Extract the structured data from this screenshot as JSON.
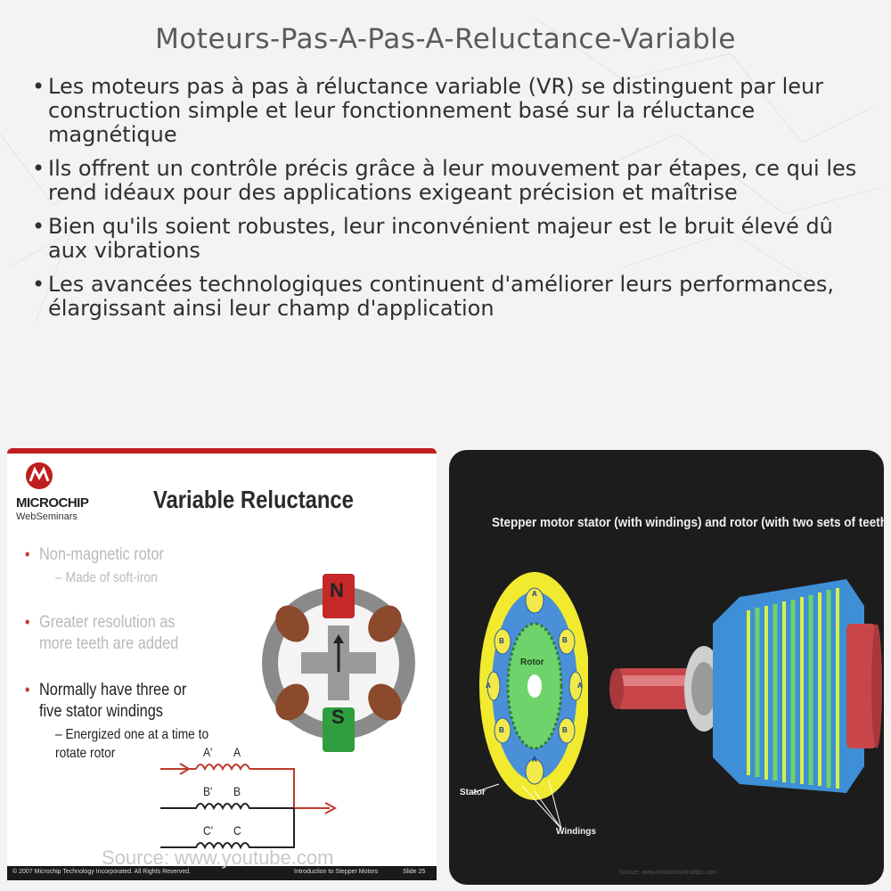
{
  "title": "Moteurs-Pas-A-Pas-A-Reluctance-Variable",
  "bullets": [
    "Les moteurs pas à pas à réluctance variable (VR) se distinguent par leur construction simple et leur fonctionnement basé sur la réluctance magnétique",
    "Ils offrent un contrôle précis grâce à leur mouvement par étapes, ce qui les rend idéaux pour des applications exigeant précision et maîtrise",
    "Bien qu'ils soient robustes, leur inconvénient majeur est le bruit élevé dû aux vibrations",
    "Les avancées technologiques continuent d'améliorer leurs performances, élargissant ainsi leur champ d'application"
  ],
  "left_image": {
    "brand": "MICROCHIP",
    "brand_sub": "WebSeminars",
    "slide_title": "Variable Reluctance",
    "points": [
      "Non-magnetic rotor",
      "– Made of soft-iron",
      "Greater resolution as",
      "more teeth are added",
      "Normally have three or",
      "five stator windings",
      "– Energized one at a time to",
      "rotate rotor"
    ],
    "pole_n": "N",
    "pole_s": "S",
    "coil_labels": [
      "A'",
      "A",
      "B'",
      "B",
      "C'",
      "C"
    ],
    "footer_left": "© 2007 Microchip Technology Incorporated. All Rights Reserved.",
    "footer_mid": "Introduction to Stepper Motors",
    "footer_right": "Slide 25",
    "source": "Source: www.youtube.com",
    "colors": {
      "brand_red": "#c01d1d",
      "north": "#c62828",
      "south": "#2e9e3e",
      "coil": "#8b4a2b"
    }
  },
  "right_image": {
    "title": "Stepper motor stator (with windings) and rotor (with two sets of teeth)",
    "rotor_label": "Rotor",
    "stator_label": "Stator",
    "windings_label": "Windings",
    "pole_letters": [
      "A",
      "A",
      "B",
      "B",
      "A",
      "A",
      "B",
      "B"
    ],
    "source": "Source: www.motioncontroltips.com",
    "colors": {
      "stator_ring": "#f2ea2e",
      "stator_body": "#4a90d9",
      "rotor": "#6fd36b",
      "shaft": "#c8464a"
    }
  }
}
